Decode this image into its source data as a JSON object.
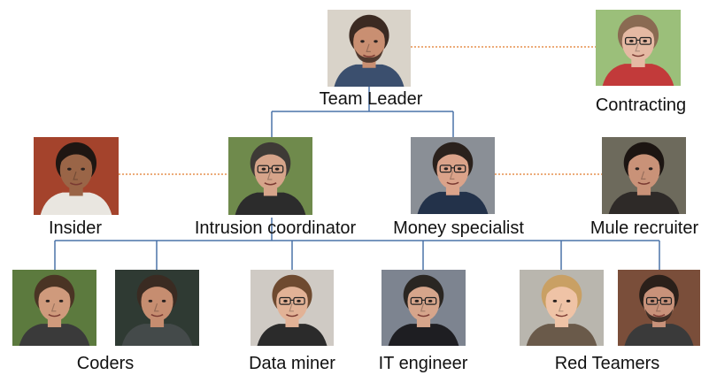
{
  "colors": {
    "connector": "#4a73a8",
    "dotted_link": "#e07b2a",
    "text": "#111111"
  },
  "roles": {
    "team_leader": "Team Leader",
    "contracting": "Contracting",
    "insider": "Insider",
    "intrusion_coordinator": "Intrusion coordinator",
    "money_specialist": "Money specialist",
    "mule_recruiter": "Mule recruiter",
    "coders": "Coders",
    "data_miner": "Data miner",
    "it_engineer": "IT engineer",
    "red_teamers": "Red Teamers"
  },
  "portraits": [
    {
      "id": "team-leader",
      "icon": "person-portrait-icon",
      "skin": "#c98f72",
      "hair": "#3b2a22",
      "bg": "#d9d3c9",
      "shirt": "#3b4f6e",
      "beard": true
    },
    {
      "id": "contracting",
      "icon": "person-portrait-icon",
      "skin": "#e5b9a3",
      "hair": "#8a6a52",
      "bg": "#9bbf7a",
      "shirt": "#c23a3a",
      "glasses": true
    },
    {
      "id": "insider",
      "icon": "person-portrait-icon",
      "skin": "#9a6547",
      "hair": "#1f1612",
      "bg": "#a4432c",
      "shirt": "#e9e6e0"
    },
    {
      "id": "intrusion-coordinator",
      "icon": "person-portrait-icon",
      "skin": "#d6a48a",
      "hair": "#3e3a36",
      "bg": "#6f8a4c",
      "shirt": "#2c2c2c",
      "glasses": true
    },
    {
      "id": "money-specialist",
      "icon": "person-portrait-icon",
      "skin": "#dba38a",
      "hair": "#2a211c",
      "bg": "#8a8f96",
      "shirt": "#23324a",
      "glasses": true
    },
    {
      "id": "mule-recruiter",
      "icon": "person-portrait-icon",
      "skin": "#c99278",
      "hair": "#1c1512",
      "bg": "#6d6a5c",
      "shirt": "#2e2a28"
    },
    {
      "id": "coder-1",
      "icon": "person-portrait-icon",
      "skin": "#cf9a7c",
      "hair": "#4a3424",
      "bg": "#5c7a3e",
      "shirt": "#3a3a3a"
    },
    {
      "id": "coder-2",
      "icon": "person-portrait-icon",
      "skin": "#c68d70",
      "hair": "#3a2b22",
      "bg": "#2f3a33",
      "shirt": "#444a4a"
    },
    {
      "id": "data-miner",
      "icon": "person-portrait-icon",
      "skin": "#e2b296",
      "hair": "#6e4a30",
      "bg": "#cfcac4",
      "shirt": "#2b2b2b",
      "glasses": true
    },
    {
      "id": "it-engineer",
      "icon": "person-portrait-icon",
      "skin": "#d6a58b",
      "hair": "#2a2622",
      "bg": "#7d8490",
      "shirt": "#1e1e22",
      "glasses": true
    },
    {
      "id": "red-teamer-1",
      "icon": "person-portrait-icon",
      "skin": "#efc3a6",
      "hair": "#c9a064",
      "bg": "#b9b6ae",
      "shirt": "#6a5a4a"
    },
    {
      "id": "red-teamer-2",
      "icon": "person-portrait-icon",
      "skin": "#c8927a",
      "hair": "#2a201a",
      "bg": "#7a4e3a",
      "shirt": "#3a3a3a",
      "glasses": true,
      "beard": true
    }
  ]
}
